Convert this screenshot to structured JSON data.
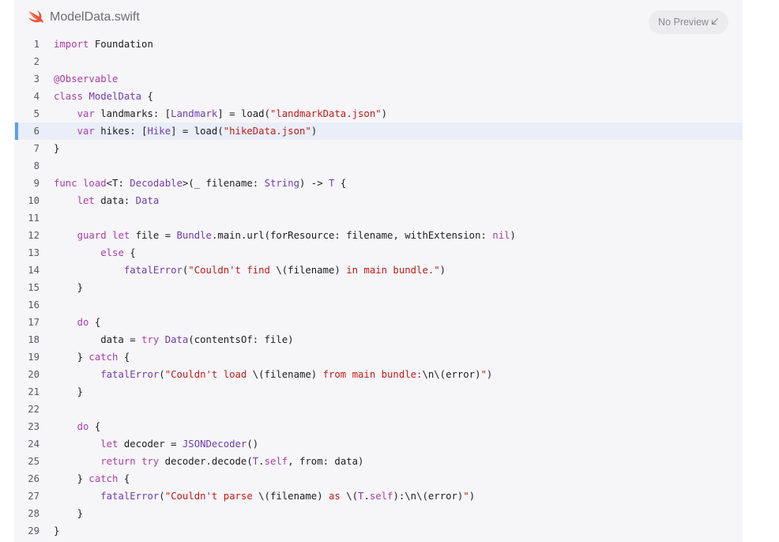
{
  "header": {
    "file_name": "ModelData.swift",
    "file_icon": "swift-logo-icon",
    "preview_label": "No Preview",
    "preview_icon": "arrow-down-left-icon"
  },
  "colors": {
    "keyword": "#ad3da4",
    "type": "#703daa",
    "string": "#c41a16",
    "plain": "#1d1d1f",
    "highlight_bar": "#5aa1ea",
    "swift_orange": "#f05138"
  },
  "highlighted_line": 6,
  "code_lines": [
    {
      "n": "1",
      "tokens": [
        [
          "k",
          "import"
        ],
        [
          "p",
          " Foundation"
        ]
      ]
    },
    {
      "n": "2",
      "tokens": []
    },
    {
      "n": "3",
      "tokens": [
        [
          "k",
          "@Observable"
        ]
      ]
    },
    {
      "n": "4",
      "tokens": [
        [
          "k",
          "class"
        ],
        [
          "p",
          " "
        ],
        [
          "t",
          "ModelData"
        ],
        [
          "p",
          " {"
        ]
      ]
    },
    {
      "n": "5",
      "tokens": [
        [
          "p",
          "    "
        ],
        [
          "k",
          "var"
        ],
        [
          "p",
          " landmarks: ["
        ],
        [
          "t",
          "Landmark"
        ],
        [
          "p",
          "] = load("
        ],
        [
          "s",
          "\"landmarkData.json\""
        ],
        [
          "p",
          ")"
        ]
      ]
    },
    {
      "n": "6",
      "tokens": [
        [
          "p",
          "    "
        ],
        [
          "k",
          "var"
        ],
        [
          "p",
          " hikes: ["
        ],
        [
          "t",
          "Hike"
        ],
        [
          "p",
          "] = load("
        ],
        [
          "s",
          "\"hikeData.json\""
        ],
        [
          "p",
          ")"
        ]
      ]
    },
    {
      "n": "7",
      "tokens": [
        [
          "p",
          "}"
        ]
      ]
    },
    {
      "n": "8",
      "tokens": []
    },
    {
      "n": "9",
      "tokens": [
        [
          "k",
          "func"
        ],
        [
          "p",
          " "
        ],
        [
          "k",
          "load"
        ],
        [
          "p",
          "<T: "
        ],
        [
          "t",
          "Decodable"
        ],
        [
          "p",
          ">(_ filename: "
        ],
        [
          "t",
          "String"
        ],
        [
          "p",
          ") -> "
        ],
        [
          "t",
          "T"
        ],
        [
          "p",
          " {"
        ]
      ]
    },
    {
      "n": "10",
      "tokens": [
        [
          "p",
          "    "
        ],
        [
          "k",
          "let"
        ],
        [
          "p",
          " data: "
        ],
        [
          "t",
          "Data"
        ]
      ]
    },
    {
      "n": "11",
      "tokens": []
    },
    {
      "n": "12",
      "tokens": [
        [
          "p",
          "    "
        ],
        [
          "k",
          "guard"
        ],
        [
          "p",
          " "
        ],
        [
          "k",
          "let"
        ],
        [
          "p",
          " file = "
        ],
        [
          "t",
          "Bundle"
        ],
        [
          "p",
          ".main.url(forResource: filename, withExtension: "
        ],
        [
          "k",
          "nil"
        ],
        [
          "p",
          ")"
        ]
      ]
    },
    {
      "n": "13",
      "tokens": [
        [
          "p",
          "        "
        ],
        [
          "k",
          "else"
        ],
        [
          "p",
          " {"
        ]
      ]
    },
    {
      "n": "14",
      "tokens": [
        [
          "p",
          "            "
        ],
        [
          "t",
          "fatalError"
        ],
        [
          "p",
          "("
        ],
        [
          "s",
          "\"Couldn't find "
        ],
        [
          "p",
          "\\(filename)"
        ],
        [
          "s",
          " in main bundle.\""
        ],
        [
          "p",
          ")"
        ]
      ]
    },
    {
      "n": "15",
      "tokens": [
        [
          "p",
          "    }"
        ]
      ]
    },
    {
      "n": "16",
      "tokens": []
    },
    {
      "n": "17",
      "tokens": [
        [
          "p",
          "    "
        ],
        [
          "k",
          "do"
        ],
        [
          "p",
          " {"
        ]
      ]
    },
    {
      "n": "18",
      "tokens": [
        [
          "p",
          "        data = "
        ],
        [
          "k",
          "try"
        ],
        [
          "p",
          " "
        ],
        [
          "t",
          "Data"
        ],
        [
          "p",
          "(contentsOf: file)"
        ]
      ]
    },
    {
      "n": "19",
      "tokens": [
        [
          "p",
          "    } "
        ],
        [
          "k",
          "catch"
        ],
        [
          "p",
          " {"
        ]
      ]
    },
    {
      "n": "20",
      "tokens": [
        [
          "p",
          "        "
        ],
        [
          "t",
          "fatalError"
        ],
        [
          "p",
          "("
        ],
        [
          "s",
          "\"Couldn't load "
        ],
        [
          "p",
          "\\(filename)"
        ],
        [
          "s",
          " from main bundle:"
        ],
        [
          "p",
          "\\n\\(error)"
        ],
        [
          "s",
          "\""
        ],
        [
          "p",
          ")"
        ]
      ]
    },
    {
      "n": "21",
      "tokens": [
        [
          "p",
          "    }"
        ]
      ]
    },
    {
      "n": "22",
      "tokens": []
    },
    {
      "n": "23",
      "tokens": [
        [
          "p",
          "    "
        ],
        [
          "k",
          "do"
        ],
        [
          "p",
          " {"
        ]
      ]
    },
    {
      "n": "24",
      "tokens": [
        [
          "p",
          "        "
        ],
        [
          "k",
          "let"
        ],
        [
          "p",
          " decoder = "
        ],
        [
          "t",
          "JSONDecoder"
        ],
        [
          "p",
          "()"
        ]
      ]
    },
    {
      "n": "25",
      "tokens": [
        [
          "p",
          "        "
        ],
        [
          "k",
          "return"
        ],
        [
          "p",
          " "
        ],
        [
          "k",
          "try"
        ],
        [
          "p",
          " decoder.decode("
        ],
        [
          "t",
          "T"
        ],
        [
          "p",
          "."
        ],
        [
          "k",
          "self"
        ],
        [
          "p",
          ", from: data)"
        ]
      ]
    },
    {
      "n": "26",
      "tokens": [
        [
          "p",
          "    } "
        ],
        [
          "k",
          "catch"
        ],
        [
          "p",
          " {"
        ]
      ]
    },
    {
      "n": "27",
      "tokens": [
        [
          "p",
          "        "
        ],
        [
          "t",
          "fatalError"
        ],
        [
          "p",
          "("
        ],
        [
          "s",
          "\"Couldn't parse "
        ],
        [
          "p",
          "\\(filename)"
        ],
        [
          "s",
          " as "
        ],
        [
          "p",
          "\\("
        ],
        [
          "t",
          "T"
        ],
        [
          "p",
          "."
        ],
        [
          "k",
          "self"
        ],
        [
          "p",
          "):\\n\\(error)"
        ],
        [
          "s",
          "\""
        ],
        [
          "p",
          ")"
        ]
      ]
    },
    {
      "n": "28",
      "tokens": [
        [
          "p",
          "    }"
        ]
      ]
    },
    {
      "n": "29",
      "tokens": [
        [
          "p",
          "}"
        ]
      ]
    }
  ]
}
